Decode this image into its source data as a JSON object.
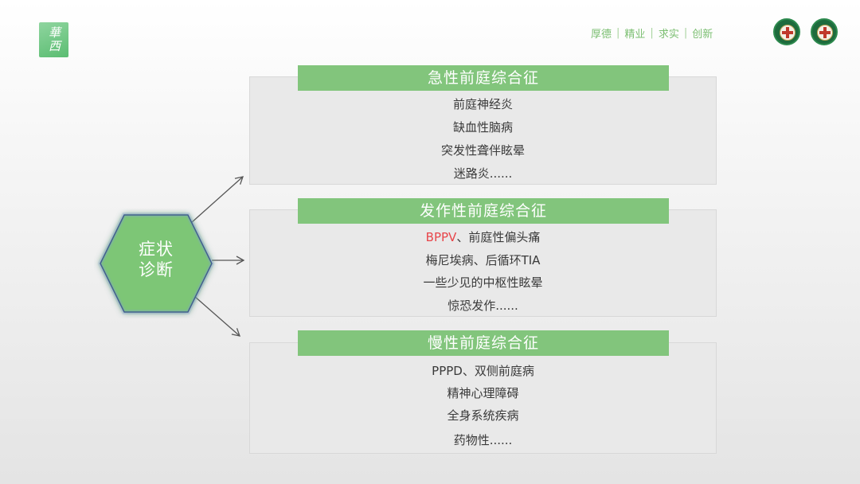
{
  "header": {
    "logo_text": "華西",
    "motto": [
      "厚德",
      "精业",
      "求实",
      "创新"
    ],
    "motto_sep": "|",
    "colors": {
      "accent": "#82c57c",
      "motto": "#7cbf72"
    }
  },
  "center": {
    "line1": "症状",
    "line2": "诊断",
    "color": "#7dc676",
    "icon": "hexagon"
  },
  "groups": [
    {
      "title": "急性前庭综合征",
      "items": [
        "前庭神经炎",
        "缺血性脑病",
        "突发性聋伴眩晕",
        "迷路炎......"
      ]
    },
    {
      "title": "发作性前庭综合征",
      "item0_red": "BPPV",
      "item0_rest": "、前庭性偏头痛",
      "items": [
        "梅尼埃病、后循环TIA",
        "一些少见的中枢性眩晕",
        "惊恐发作......"
      ]
    },
    {
      "title": "慢性前庭综合征",
      "items": [
        "PPPD、双侧前庭病",
        "精神心理障碍",
        "全身系统疾病",
        "药物性......"
      ]
    }
  ]
}
